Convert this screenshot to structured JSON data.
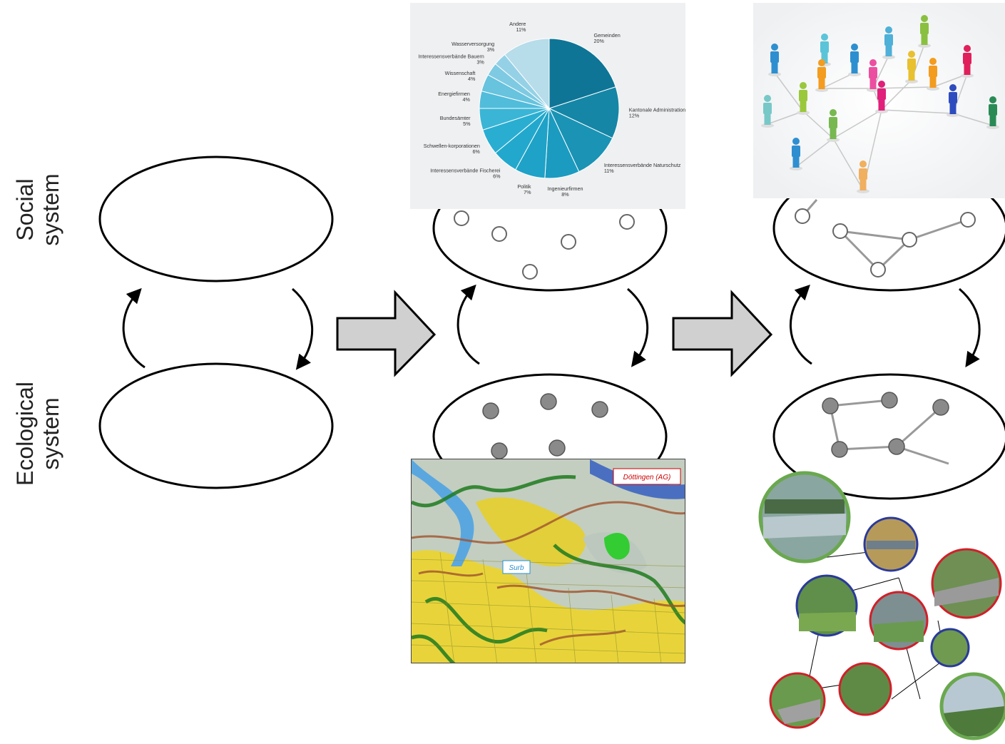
{
  "labels": {
    "social": "Social system",
    "ecological": "Ecological system",
    "social_line1": "Social",
    "social_line2": "system",
    "ecological_line1": "Ecological",
    "ecological_line2": "system"
  },
  "chart_data": {
    "type": "pie",
    "title": "",
    "slices": [
      {
        "label": "Gemeinden",
        "value": 20,
        "display": "20%",
        "color": "#0e7596"
      },
      {
        "label": "Kantonale Administration",
        "value": 12,
        "display": "12%",
        "color": "#1586a6"
      },
      {
        "label": "Interessensverbände Naturschutz",
        "value": 11,
        "display": "11%",
        "color": "#1a93b5"
      },
      {
        "label": "Ingenieurfirmen",
        "value": 8,
        "display": "8%",
        "color": "#1b9bc0"
      },
      {
        "label": "Politik",
        "value": 7,
        "display": "7%",
        "color": "#1ea2c7"
      },
      {
        "label": "Interessensverbände Fischerei",
        "value": 6,
        "display": "6%",
        "color": "#22a8cd"
      },
      {
        "label": "Schwellen-korporationen",
        "value": 6,
        "display": "6%",
        "color": "#29aed2"
      },
      {
        "label": "Bundesämter",
        "value": 5,
        "display": "5%",
        "color": "#3ab5d6"
      },
      {
        "label": "Energiefirmen",
        "value": 4,
        "display": "4%",
        "color": "#52bcdb"
      },
      {
        "label": "Wissenschaft",
        "value": 4,
        "display": "4%",
        "color": "#67c3de"
      },
      {
        "label": "Interessensverbände Bauern",
        "value": 3,
        "display": "3%",
        "color": "#7ecae2"
      },
      {
        "label": "Wasserversorgung",
        "value": 3,
        "display": "3%",
        "color": "#95d1e6"
      },
      {
        "label": "Andere",
        "value": 11,
        "display": "11%",
        "color": "#b7dcea"
      }
    ]
  },
  "map": {
    "town_label": "Döttingen (AG)",
    "river_label": "Surb"
  },
  "colors": {
    "arrow_fill": "#d0d0d0",
    "node_open": "#ffffff",
    "node_filled": "#8a8a8a",
    "edge": "#aaaaaa",
    "ring_green": "#6aa84f",
    "ring_blue": "#2a3a9a",
    "ring_red": "#d0202a"
  }
}
